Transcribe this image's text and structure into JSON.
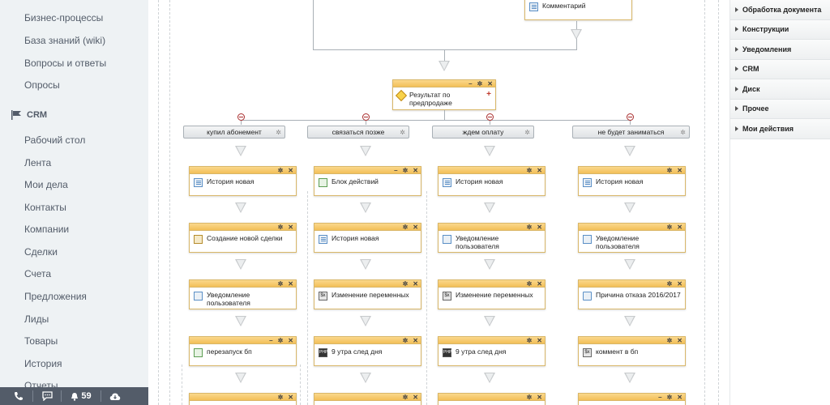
{
  "sidebar": {
    "items_top": [
      "Бизнес-процессы",
      "База знаний (wiki)",
      "Вопросы и ответы",
      "Опросы"
    ],
    "crm_group": "CRM",
    "items_crm": [
      "Рабочий стол",
      "Лента",
      "Мои дела",
      "Контакты",
      "Компании",
      "Сделки",
      "Счета",
      "Предложения",
      "Лиды",
      "Товары",
      "История",
      "Отчеты"
    ]
  },
  "footer": {
    "notif_count": "59"
  },
  "canvas": {
    "top_block": "Комментарий",
    "main_block": "Результат по предпродаже",
    "conditions": [
      "купил абонемент",
      "связаться позже",
      "ждем оплату",
      "не будет заниматься"
    ],
    "columns": [
      [
        "История новая",
        "Создание новой сделки",
        "Уведомление пользователя",
        "перезапуск бп"
      ],
      [
        "Блок действий",
        "История новая",
        "Изменение переменных",
        "9 утра след дня"
      ],
      [
        "История новая",
        "Уведомление пользователя",
        "Изменение переменных",
        "9 утра след дня"
      ],
      [
        "История новая",
        "Уведомление пользователя",
        "Причина отказа 2016/2017",
        "коммент в бп"
      ]
    ]
  },
  "rpanel": {
    "sections": [
      "Обработка документа",
      "Конструкции",
      "Уведомления",
      "CRM",
      "Диск",
      "Прочее",
      "Мои действия"
    ]
  }
}
